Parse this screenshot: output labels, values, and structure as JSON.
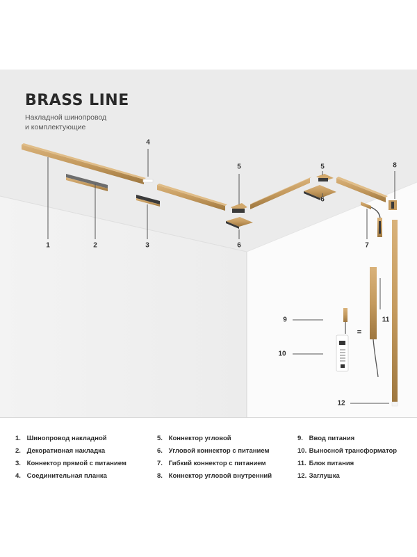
{
  "header": {
    "title": "BRASS LINE",
    "subtitle_line1": "Накладной шинопровод",
    "subtitle_line2": "и комплектующие"
  },
  "callouts": {
    "c1": "1",
    "c2": "2",
    "c3": "3",
    "c4": "4",
    "c5a": "5",
    "c5b": "5",
    "c6a": "6",
    "c6b": "6",
    "c7": "7",
    "c8": "8",
    "c9": "9",
    "c10": "10",
    "c11": "11",
    "c12": "12",
    "equals": "="
  },
  "legend": [
    {
      "num": "1.",
      "label": "Шинопровод накладной"
    },
    {
      "num": "2.",
      "label": "Декоративная накладка"
    },
    {
      "num": "3.",
      "label": "Коннектор прямой с питанием"
    },
    {
      "num": "4.",
      "label": "Соединительная планка"
    },
    {
      "num": "5.",
      "label": "Коннектор угловой"
    },
    {
      "num": "6.",
      "label": "Угловой коннектор с питанием"
    },
    {
      "num": "7.",
      "label": "Гибкий коннектор с питанием"
    },
    {
      "num": "8.",
      "label": "Коннектор угловой внутренний"
    },
    {
      "num": "9.",
      "label": "Ввод питания"
    },
    {
      "num": "10.",
      "label": "Выносной трансформатор"
    },
    {
      "num": "11.",
      "label": "Блок питания"
    },
    {
      "num": "12.",
      "label": "Заглушка"
    }
  ],
  "colors": {
    "brass": "#c49a5e",
    "brass_dark": "#8e6a3a",
    "ceiling": "#e9e9e9",
    "wall_left": "#f1f1f1",
    "wall_right": "#fbfbfb"
  }
}
